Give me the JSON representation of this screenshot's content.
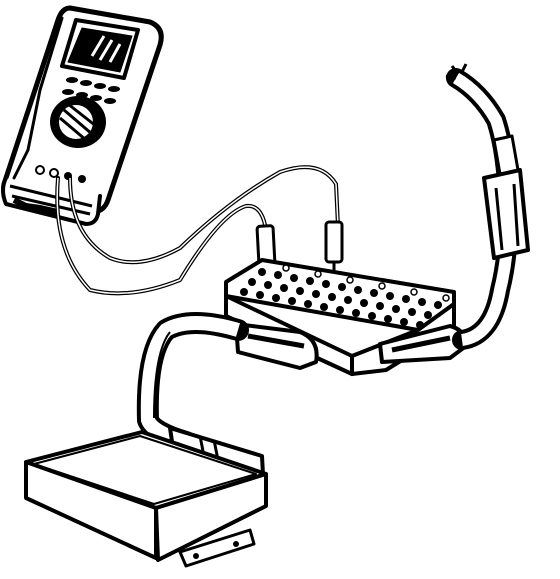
{
  "figure": {
    "components": [
      {
        "name": "digital-multimeter",
        "kind": "handheld meter"
      },
      {
        "name": "multimeter-test-leads",
        "kind": "probe wires"
      },
      {
        "name": "breakout-box",
        "kind": "pin test box"
      },
      {
        "name": "control-module",
        "kind": "electronic control unit"
      },
      {
        "name": "vehicle-harness",
        "kind": "wiring harness"
      }
    ],
    "colors": {
      "line": "#000000",
      "background": "#ffffff"
    }
  }
}
